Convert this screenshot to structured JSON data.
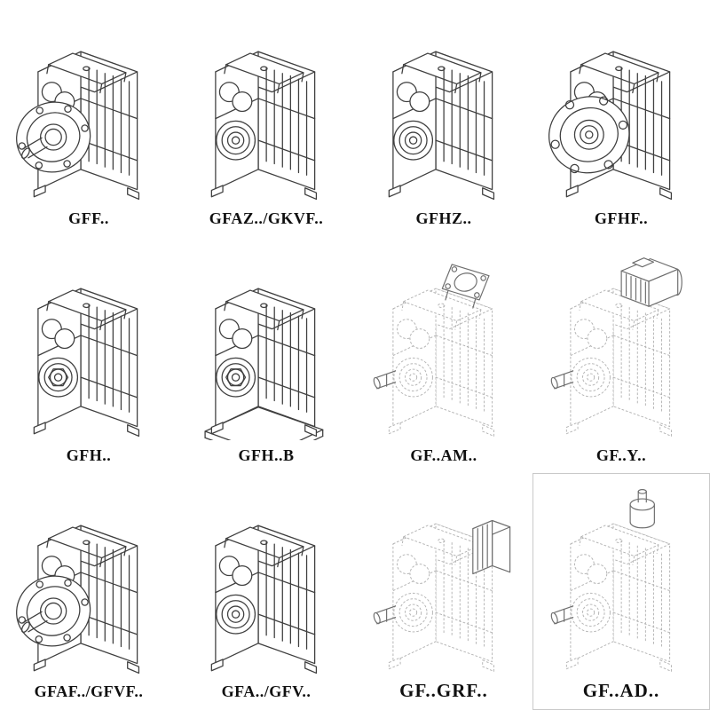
{
  "page": {
    "background": "#ffffff"
  },
  "colors": {
    "line": "#3f3f3f",
    "dashed_line": "#b4b4b4",
    "label": "#101010"
  },
  "catalog": {
    "description": "parallel-shaft helical gearmotor model family drawings",
    "items": [
      {
        "label": "GFF..",
        "variant": {
          "flange": true
        }
      },
      {
        "label": "GFAZ../GKVF..",
        "variant": {
          "hollow": true
        }
      },
      {
        "label": "GFHZ..",
        "variant": {
          "hollow": true
        }
      },
      {
        "label": "GFHF..",
        "variant": {
          "flangeFront": true
        }
      },
      {
        "label": "GFH..",
        "variant": {
          "hollow": true,
          "hex": true
        }
      },
      {
        "label": "GFH..B",
        "variant": {
          "hollow": true,
          "hex": true,
          "base": true
        }
      },
      {
        "label": "GF..AM..",
        "variant": {
          "dashed": true,
          "hollow": true,
          "adapterFlange": true,
          "inputShaft": true
        }
      },
      {
        "label": "GF..Y..",
        "variant": {
          "dashed": true,
          "hollow": true,
          "motor": true,
          "inputShaft": true
        }
      },
      {
        "label": "GFAF../GFVF..",
        "variant": {
          "flange": true
        }
      },
      {
        "label": "GFA../GFV..",
        "variant": {
          "hollow": true
        }
      },
      {
        "label": "GF..GRF..",
        "variant": {
          "dashed": true,
          "hollow": true,
          "sideUnit": true,
          "inputShaft": true
        }
      },
      {
        "label": "GF..AD..",
        "variant": {
          "dashed": true,
          "hollow": true,
          "adapterShaft": true,
          "inputShaft": true,
          "bordered": true
        }
      }
    ]
  }
}
